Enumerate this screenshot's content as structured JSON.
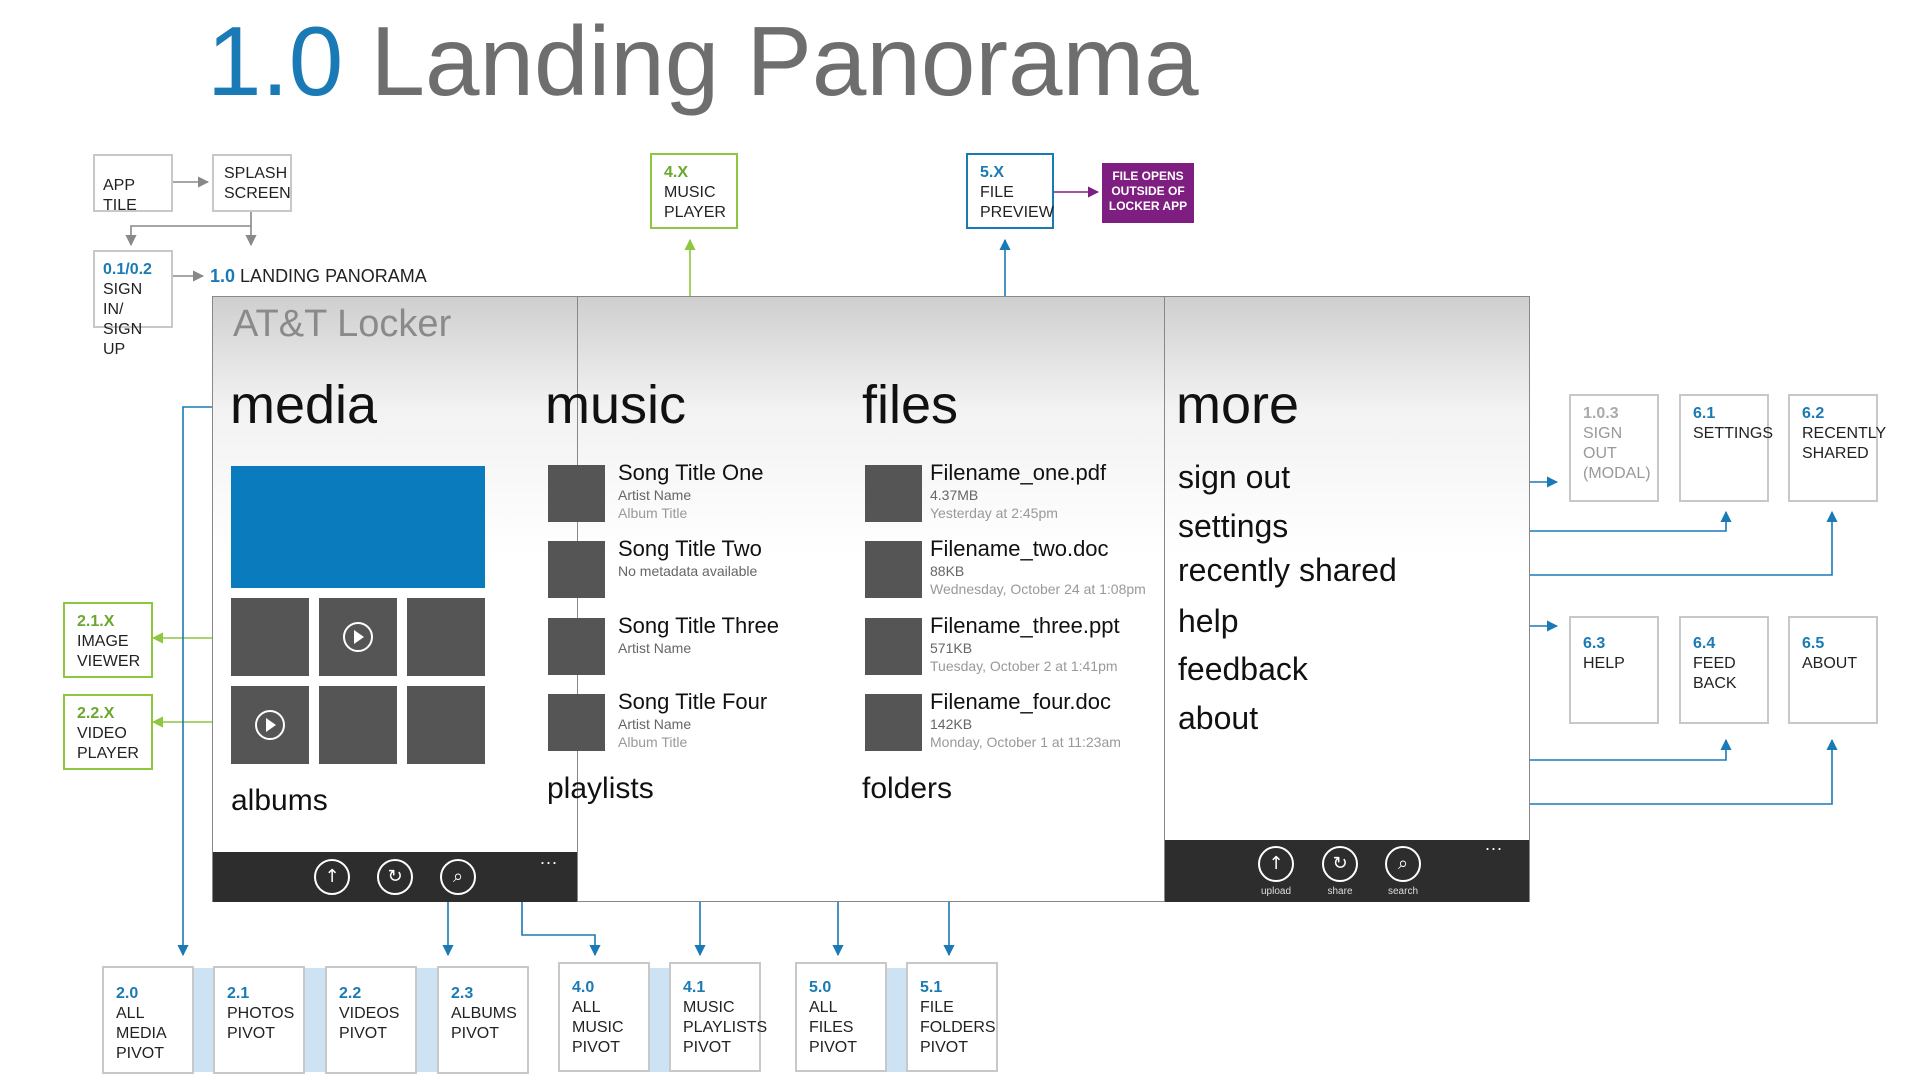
{
  "title": {
    "number": "1.0",
    "text": "Landing Panorama"
  },
  "flow": {
    "app_tile": "APP TILE",
    "splash_screen": "SPLASH SCREEN",
    "signin": {
      "code": "0.1/0.2",
      "label": "SIGN IN/ SIGN UP"
    },
    "landing": {
      "code": "1.0",
      "label": "LANDING PANORAMA"
    }
  },
  "top_boxes": {
    "music_player": {
      "code": "4.X",
      "label": "MUSIC PLAYER"
    },
    "file_preview": {
      "code": "5.X",
      "label": "FILE PREVIEW"
    },
    "file_opens": "FILE OPENS OUTSIDE OF LOCKER APP"
  },
  "left_boxes": {
    "image_viewer": {
      "code": "2.1.X",
      "label": "IMAGE VIEWER"
    },
    "video_player": {
      "code": "2.2.X",
      "label": "VIDEO PLAYER"
    }
  },
  "app_name": "AT&T Locker",
  "media": {
    "heading": "media",
    "albums": "albums"
  },
  "music": {
    "heading": "music",
    "songs": [
      {
        "title": "Song Title One",
        "line1": "Artist Name",
        "line2": "Album Title"
      },
      {
        "title": "Song Title Two",
        "line1": "No metadata available",
        "line2": ""
      },
      {
        "title": "Song Title Three",
        "line1": "Artist Name",
        "line2": ""
      },
      {
        "title": "Song Title Four",
        "line1": "Artist Name",
        "line2": "Album Title"
      }
    ],
    "playlists": "playlists"
  },
  "files": {
    "heading": "files",
    "items": [
      {
        "name": "Filename_one.pdf",
        "size": "4.37MB",
        "date": "Yesterday at 2:45pm"
      },
      {
        "name": "Filename_two.doc",
        "size": "88KB",
        "date": "Wednesday, October 24 at 1:08pm"
      },
      {
        "name": "Filename_three.ppt",
        "size": "571KB",
        "date": "Tuesday, October 2 at 1:41pm"
      },
      {
        "name": "Filename_four.doc",
        "size": "142KB",
        "date": "Monday, October 1 at 11:23am"
      }
    ],
    "folders": "folders"
  },
  "more": {
    "heading": "more",
    "items": [
      "sign out",
      "settings",
      "recently shared",
      "help",
      "feedback",
      "about"
    ]
  },
  "appbar": {
    "upload": "upload",
    "share": "share",
    "search": "search",
    "dots": "..."
  },
  "right_boxes": {
    "signout": {
      "code": "1.0.3",
      "label": "SIGN OUT (MODAL)"
    },
    "settings": {
      "code": "6.1",
      "label": "SETTINGS"
    },
    "recently_shared": {
      "code": "6.2",
      "label": "RECENTLY SHARED"
    },
    "help": {
      "code": "6.3",
      "label": "HELP"
    },
    "feedback": {
      "code": "6.4",
      "label": "FEED BACK"
    },
    "about": {
      "code": "6.5",
      "label": "ABOUT"
    }
  },
  "bottom_boxes": {
    "all_media": {
      "code": "2.0",
      "label": "ALL MEDIA PIVOT"
    },
    "photos": {
      "code": "2.1",
      "label": "PHOTOS PIVOT"
    },
    "videos": {
      "code": "2.2",
      "label": "VIDEOS PIVOT"
    },
    "albums": {
      "code": "2.3",
      "label": "ALBUMS PIVOT"
    },
    "all_music": {
      "code": "4.0",
      "label": "ALL MUSIC PIVOT"
    },
    "playlists": {
      "code": "4.1",
      "label": "MUSIC PLAYLISTS PIVOT"
    },
    "all_files": {
      "code": "5.0",
      "label": "ALL FILES PIVOT"
    },
    "folders": {
      "code": "5.1",
      "label": "FILE FOLDERS PIVOT"
    }
  },
  "colors": {
    "accent_blue": "#1a7ab5",
    "green": "#8dc63f",
    "purple": "#7e1e80",
    "tile_blue": "#0a7bbd",
    "appbar": "#2d2d2d"
  }
}
